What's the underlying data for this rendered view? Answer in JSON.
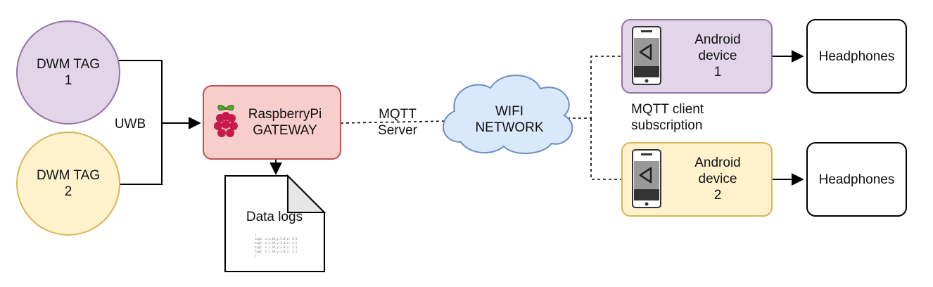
{
  "nodes": {
    "tag1": {
      "label": "DWM TAG\n1",
      "fill": "#e1d5e7",
      "stroke": "#9673a6"
    },
    "tag2": {
      "label": "DWM TAG\n2",
      "fill": "#fff2cc",
      "stroke": "#d6b656"
    },
    "gateway": {
      "label": "RaspberryPi\nGATEWAY",
      "fill": "#f8cecc",
      "stroke": "#b85450",
      "icon": "raspberry-pi-icon"
    },
    "cloud": {
      "label": "WIFI\nNETWORK",
      "fill": "#dae8fc",
      "stroke": "#6c8ebf",
      "shape": "cloud"
    },
    "device1": {
      "label": "Android\ndevice\n1",
      "fill": "#e1d5e7",
      "stroke": "#9673a6",
      "icon": "unity-phone-icon"
    },
    "device2": {
      "label": "Android\ndevice\n2",
      "fill": "#fff2cc",
      "stroke": "#d6b656",
      "icon": "unity-phone-icon"
    },
    "headphones1": {
      "label": "Headphones"
    },
    "headphones2": {
      "label": "Headphones"
    },
    "datalogs": {
      "label": "Data logs",
      "shape": "document",
      "lines": [
        "{",
        "tag1: x:1.20,y:3.8,z: 2.1",
        "tag2: x:1.20,y:3.8,z: 2.1",
        "tag1: x:1.20,y:3.8,z: 2.1",
        "tag2: x:1.20,y:3.8,z: 2.1",
        "}"
      ]
    }
  },
  "edge_labels": {
    "uwb": "UWB",
    "mqtt_server": "MQTT\nServer",
    "mqtt_client": "MQTT client\nsubscription"
  }
}
